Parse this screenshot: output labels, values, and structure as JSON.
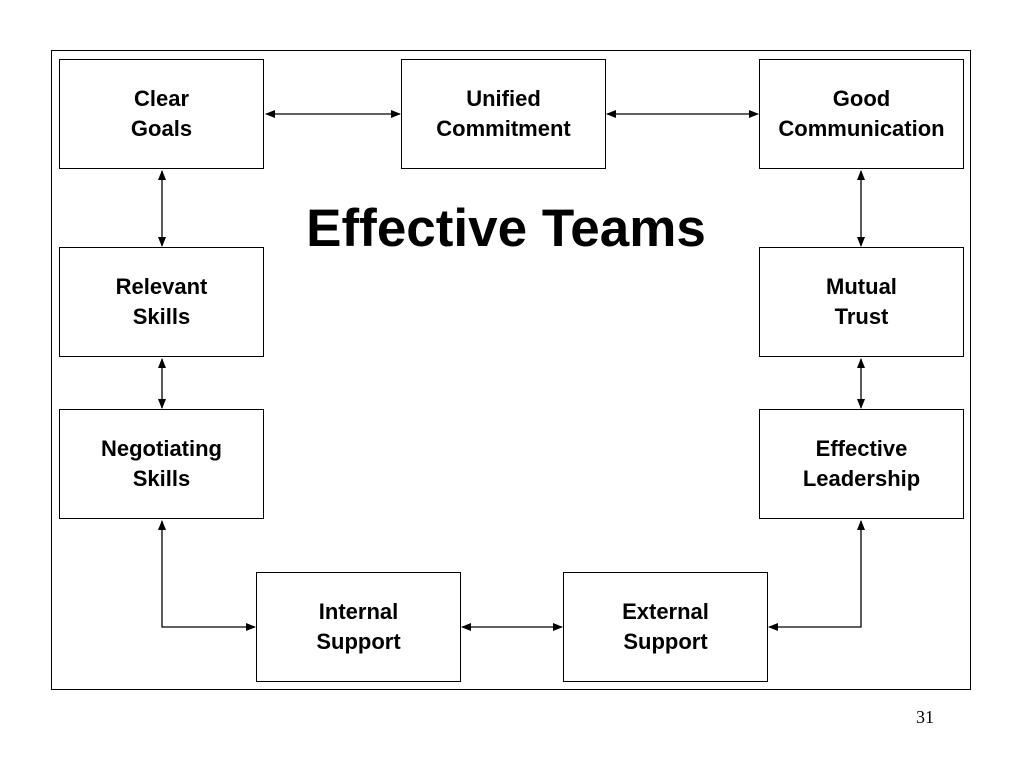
{
  "title": "Effective Teams",
  "page_number": "31",
  "nodes": {
    "clear_goals": {
      "line1": "Clear",
      "line2": "Goals"
    },
    "unified_commitment": {
      "line1": "Unified",
      "line2": "Commitment"
    },
    "good_communication": {
      "line1": "Good",
      "line2": "Communication"
    },
    "relevant_skills": {
      "line1": "Relevant",
      "line2": "Skills"
    },
    "mutual_trust": {
      "line1": "Mutual",
      "line2": "Trust"
    },
    "negotiating_skills": {
      "line1": "Negotiating",
      "line2": "Skills"
    },
    "effective_leadership": {
      "line1": "Effective",
      "line2": "Leadership"
    },
    "internal_support": {
      "line1": "Internal",
      "line2": "Support"
    },
    "external_support": {
      "line1": "External",
      "line2": "Support"
    }
  },
  "connections": [
    {
      "from": "Clear Goals",
      "to": "Unified Commitment",
      "direction": "both"
    },
    {
      "from": "Unified Commitment",
      "to": "Good Communication",
      "direction": "both"
    },
    {
      "from": "Clear Goals",
      "to": "Relevant Skills",
      "direction": "both"
    },
    {
      "from": "Good Communication",
      "to": "Mutual Trust",
      "direction": "both"
    },
    {
      "from": "Relevant Skills",
      "to": "Negotiating Skills",
      "direction": "both"
    },
    {
      "from": "Mutual Trust",
      "to": "Effective Leadership",
      "direction": "both"
    },
    {
      "from": "Negotiating Skills",
      "to": "Internal Support",
      "direction": "both"
    },
    {
      "from": "Internal Support",
      "to": "External Support",
      "direction": "both"
    },
    {
      "from": "External Support",
      "to": "Effective Leadership",
      "direction": "both"
    }
  ]
}
